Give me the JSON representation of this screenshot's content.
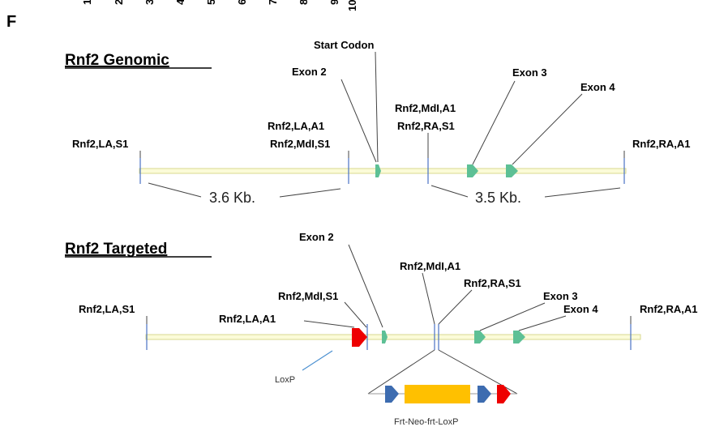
{
  "panel_letter": "F",
  "lane_ticks_top": [
    "1",
    "2",
    "3",
    "4",
    "5",
    "6",
    "7",
    "8",
    "9",
    "10"
  ],
  "genomic": {
    "title": "Rnf2 Genomic",
    "labels": {
      "la_s1": "Rnf2,LA,S1",
      "la_a1": "Rnf2,LA,A1",
      "mdl_s1": "Rnf2,MdI,S1",
      "start_codon": "Start Codon",
      "exon2": "Exon 2",
      "mdl_a1": "Rnf2,MdI,A1",
      "ra_s1": "Rnf2,RA,S1",
      "exon3": "Exon 3",
      "exon4": "Exon 4",
      "ra_a1": "Rnf2,RA,A1"
    },
    "size_left": "3.6 Kb.",
    "size_right": "3.5 Kb."
  },
  "targeted": {
    "title": "Rnf2 Targeted",
    "labels": {
      "la_s1": "Rnf2,LA,S1",
      "la_a1": "Rnf2,LA,A1",
      "mdl_s1": "Rnf2,MdI,S1",
      "exon2": "Exon 2",
      "mdl_a1": "Rnf2,MdI,A1",
      "ra_s1": "Rnf2,RA,S1",
      "exon3": "Exon 3",
      "exon4": "Exon 4",
      "ra_a1": "Rnf2,RA,A1"
    },
    "loxp": "LoxP",
    "cassette": "Frt-Neo-frt-LoxP"
  },
  "colors": {
    "exon": "#5dc095",
    "loxp": "#ee0000",
    "frt": "#3d6cb0",
    "neo": "#ffc000"
  }
}
